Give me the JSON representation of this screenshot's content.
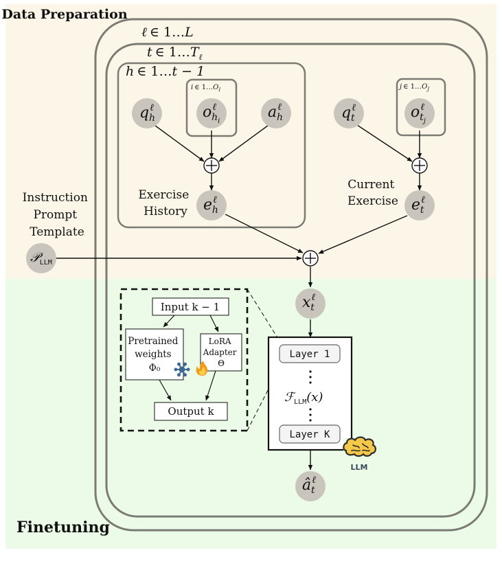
{
  "regions": {
    "preparation_label": "Data Preparation",
    "finetuning_label": "Finetuning"
  },
  "loops": {
    "outer": {
      "var": "ℓ",
      "rest": "∈ 1…",
      "end": "L"
    },
    "middle": {
      "var": "t",
      "rest": "∈ 1…",
      "end": "T",
      "end_sub": "ℓ"
    },
    "history": {
      "var": "h",
      "rest": "∈ 1…",
      "end": "t − 1"
    },
    "option_hist": {
      "var": "i",
      "rest": "∈ 1…",
      "end": "O",
      "end_sub": "I"
    },
    "option_curr": {
      "var": "j",
      "rest": "∈ 1…",
      "end": "O",
      "end_sub": "J"
    }
  },
  "nodes": {
    "q_h": {
      "base": "q",
      "sub": "h",
      "sup": "ℓ"
    },
    "o_h": {
      "base": "o",
      "sub": "h",
      "subsub": "i",
      "sup": "ℓ"
    },
    "a_h": {
      "base": "a",
      "sub": "h",
      "sup": "ℓ"
    },
    "e_h": {
      "base": "e",
      "sub": "h",
      "sup": "ℓ"
    },
    "q_t": {
      "base": "q",
      "sub": "t",
      "sup": "ℓ"
    },
    "o_t": {
      "base": "o",
      "sub": "t",
      "subsub": "j",
      "sup": "ℓ"
    },
    "e_t": {
      "base": "e",
      "sub": "t",
      "sup": "ℓ"
    },
    "p_llm": {
      "base": "𝒫",
      "sub": "LLM"
    },
    "x_t": {
      "base": "x",
      "sub": "t",
      "sup": "ℓ"
    },
    "a_hat": {
      "base": "â",
      "sub": "t",
      "sup": "ℓ"
    },
    "plus_symbol": "+"
  },
  "labels": {
    "exercise_history": [
      "Exercise",
      "History"
    ],
    "current_exercise": [
      "Current",
      "Exercise"
    ],
    "instruction_template": [
      "Instruction",
      "Prompt",
      "Template"
    ]
  },
  "lora": {
    "input": "Input k − 1",
    "pretrained": [
      "Pretrained",
      "weights",
      "Φ₀"
    ],
    "adapter": [
      "LoRA",
      "Adapter",
      "Θ"
    ],
    "output": "Output k"
  },
  "llm": {
    "layer_first": "Layer 1",
    "layer_last": "Layer K",
    "function": {
      "base": "ℱ",
      "sub": "LLM",
      "arg": "(x)"
    },
    "logo_text": "LLM"
  },
  "colors": {
    "prep_bg": "#fcf6e8",
    "finetune_bg": "#ebfbe7",
    "node_fill": "#c9c5bd",
    "loop_stroke": "#7b7b74",
    "logo_yellow": "#f3c84b",
    "logo_text": "#3a4a5a",
    "snowflake": "#3d6a94",
    "flame": "#f29a1c"
  },
  "icons": [
    "snowflake-icon",
    "fire-icon",
    "brain-icon"
  ]
}
